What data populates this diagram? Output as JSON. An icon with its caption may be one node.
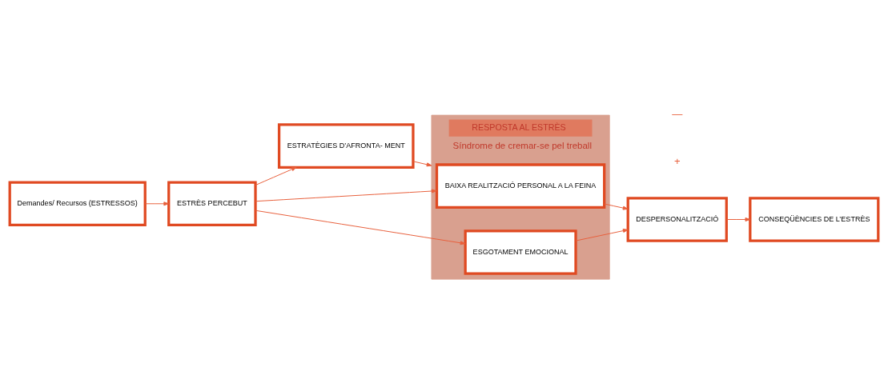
{
  "diagram": {
    "nodes": [
      {
        "text": [
          "Demandes/ Recursos (ESTRESSOS)"
        ]
      },
      {
        "text": [
          "ESTRÈS PERCEBUT"
        ]
      },
      {
        "text": [
          "ESTRATÈGIES D’AFRONTA- MENT"
        ]
      },
      {
        "text": [
          "RESPOSTA AL ESTRÈS",
          "Síndrome de cremar-se pel treball"
        ]
      },
      {
        "text": [
          "BAIXA REALITZACIÓ PERSONAL A LA FEINA"
        ],
        "in": 3
      },
      {
        "text": [
          "ESGOTAMENT EMOCIONAL"
        ],
        "in": 3
      },
      {
        "text": [
          "DESPERSONALITZACIÓ"
        ]
      },
      {
        "text": [
          "CONSEQÜÈNCIES DE L’ESTRÈS"
        ]
      }
    ],
    "edges": [
      {
        "from": 0,
        "to": 1,
        "arrow": "to"
      },
      {
        "from": 1,
        "to": 2,
        "arrow": "to"
      },
      {
        "from": 2,
        "to": 3,
        "arrow": "to"
      },
      {
        "from": 1,
        "to": 4,
        "arrow": "to"
      },
      {
        "from": 1,
        "to": 5,
        "arrow": "to"
      },
      {
        "from": 4,
        "to": 6,
        "arrow": "to"
      },
      {
        "from": 5,
        "to": 6,
        "arrow": "to"
      },
      {
        "from": 6,
        "to": 7,
        "arrow": "to"
      }
    ],
    "labels": [
      "+",
      "—"
    ]
  }
}
